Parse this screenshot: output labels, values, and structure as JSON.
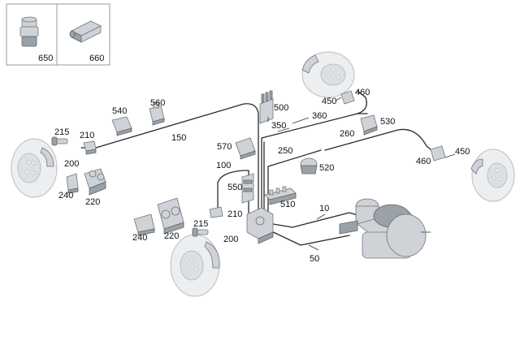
{
  "callouts": {
    "c650": "650",
    "c660": "660",
    "c540": "540",
    "c560": "560",
    "c500": "500",
    "c460_top": "460",
    "c450_top": "450",
    "c530": "530",
    "c350": "350",
    "c360": "360",
    "c150": "150",
    "c215_left": "215",
    "c210_left": "210",
    "c200_left": "200",
    "c240_left": "240",
    "c220_left": "220",
    "c570": "570",
    "c260": "260",
    "c250": "250",
    "c450_right": "450",
    "c460_right": "460",
    "c520": "520",
    "c100": "100",
    "c550": "550",
    "c510": "510",
    "c10": "10",
    "c210_mid": "210",
    "c215_mid": "215",
    "c200_mid": "200",
    "c240_mid": "240",
    "c220_mid": "220",
    "c50": "50"
  },
  "icons": [
    "bushing-650",
    "hex-sleeve-660",
    "brake-disc",
    "brake-caliper",
    "bracket",
    "abs-unit",
    "brake-booster-master-cylinder",
    "connector-block"
  ]
}
